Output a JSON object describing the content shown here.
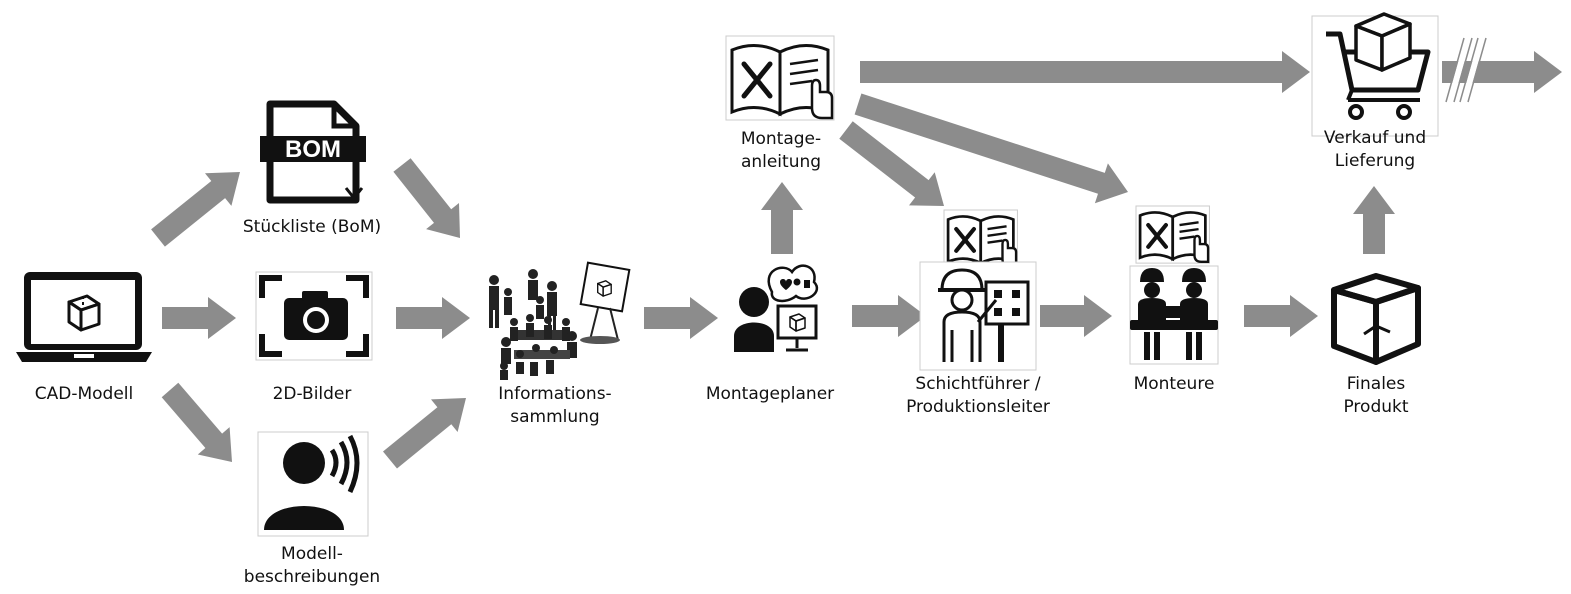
{
  "nodes": {
    "cad_model": {
      "label": "CAD-Modell",
      "icon": "laptop-cube-icon"
    },
    "bom": {
      "label": "Stückliste (BoM)",
      "icon": "bom-document-icon",
      "badge": "BOM"
    },
    "images_2d": {
      "label": "2D-Bilder",
      "icon": "camera-icon"
    },
    "descriptions": {
      "label": "Modell-\nbeschreibungen",
      "icon": "speaker-person-icon"
    },
    "info_collection": {
      "label": "Informations-\nsammlung",
      "icon": "meeting-group-icon"
    },
    "planner": {
      "label": "Montageplaner",
      "icon": "planner-person-icon"
    },
    "manual": {
      "label": "Montage-\nanleitung",
      "icon": "manual-book-icon"
    },
    "shift_lead": {
      "label": "Schichtführer /\nProduktionsleiter",
      "icon": "engineer-icon"
    },
    "fitters": {
      "label": "Monteure",
      "icon": "workers-icon"
    },
    "final_product": {
      "label": "Finales\nProdukt",
      "icon": "cube-icon"
    },
    "sales": {
      "label": "Verkauf und\nLieferung",
      "icon": "shopping-cart-icon"
    }
  },
  "edges": [
    {
      "from": "cad_model",
      "to": "bom"
    },
    {
      "from": "cad_model",
      "to": "images_2d"
    },
    {
      "from": "cad_model",
      "to": "descriptions"
    },
    {
      "from": "bom",
      "to": "info_collection"
    },
    {
      "from": "images_2d",
      "to": "info_collection"
    },
    {
      "from": "descriptions",
      "to": "info_collection"
    },
    {
      "from": "info_collection",
      "to": "planner"
    },
    {
      "from": "planner",
      "to": "manual"
    },
    {
      "from": "planner",
      "to": "shift_lead"
    },
    {
      "from": "manual",
      "to": "shift_lead"
    },
    {
      "from": "manual",
      "to": "fitters"
    },
    {
      "from": "manual",
      "to": "sales"
    },
    {
      "from": "shift_lead",
      "to": "fitters"
    },
    {
      "from": "fitters",
      "to": "final_product"
    },
    {
      "from": "final_product",
      "to": "sales"
    },
    {
      "from": "sales",
      "to": "continuation"
    }
  ],
  "colors": {
    "arrow": "#8c8c8c",
    "icon": "#111111",
    "background": "#ffffff"
  }
}
